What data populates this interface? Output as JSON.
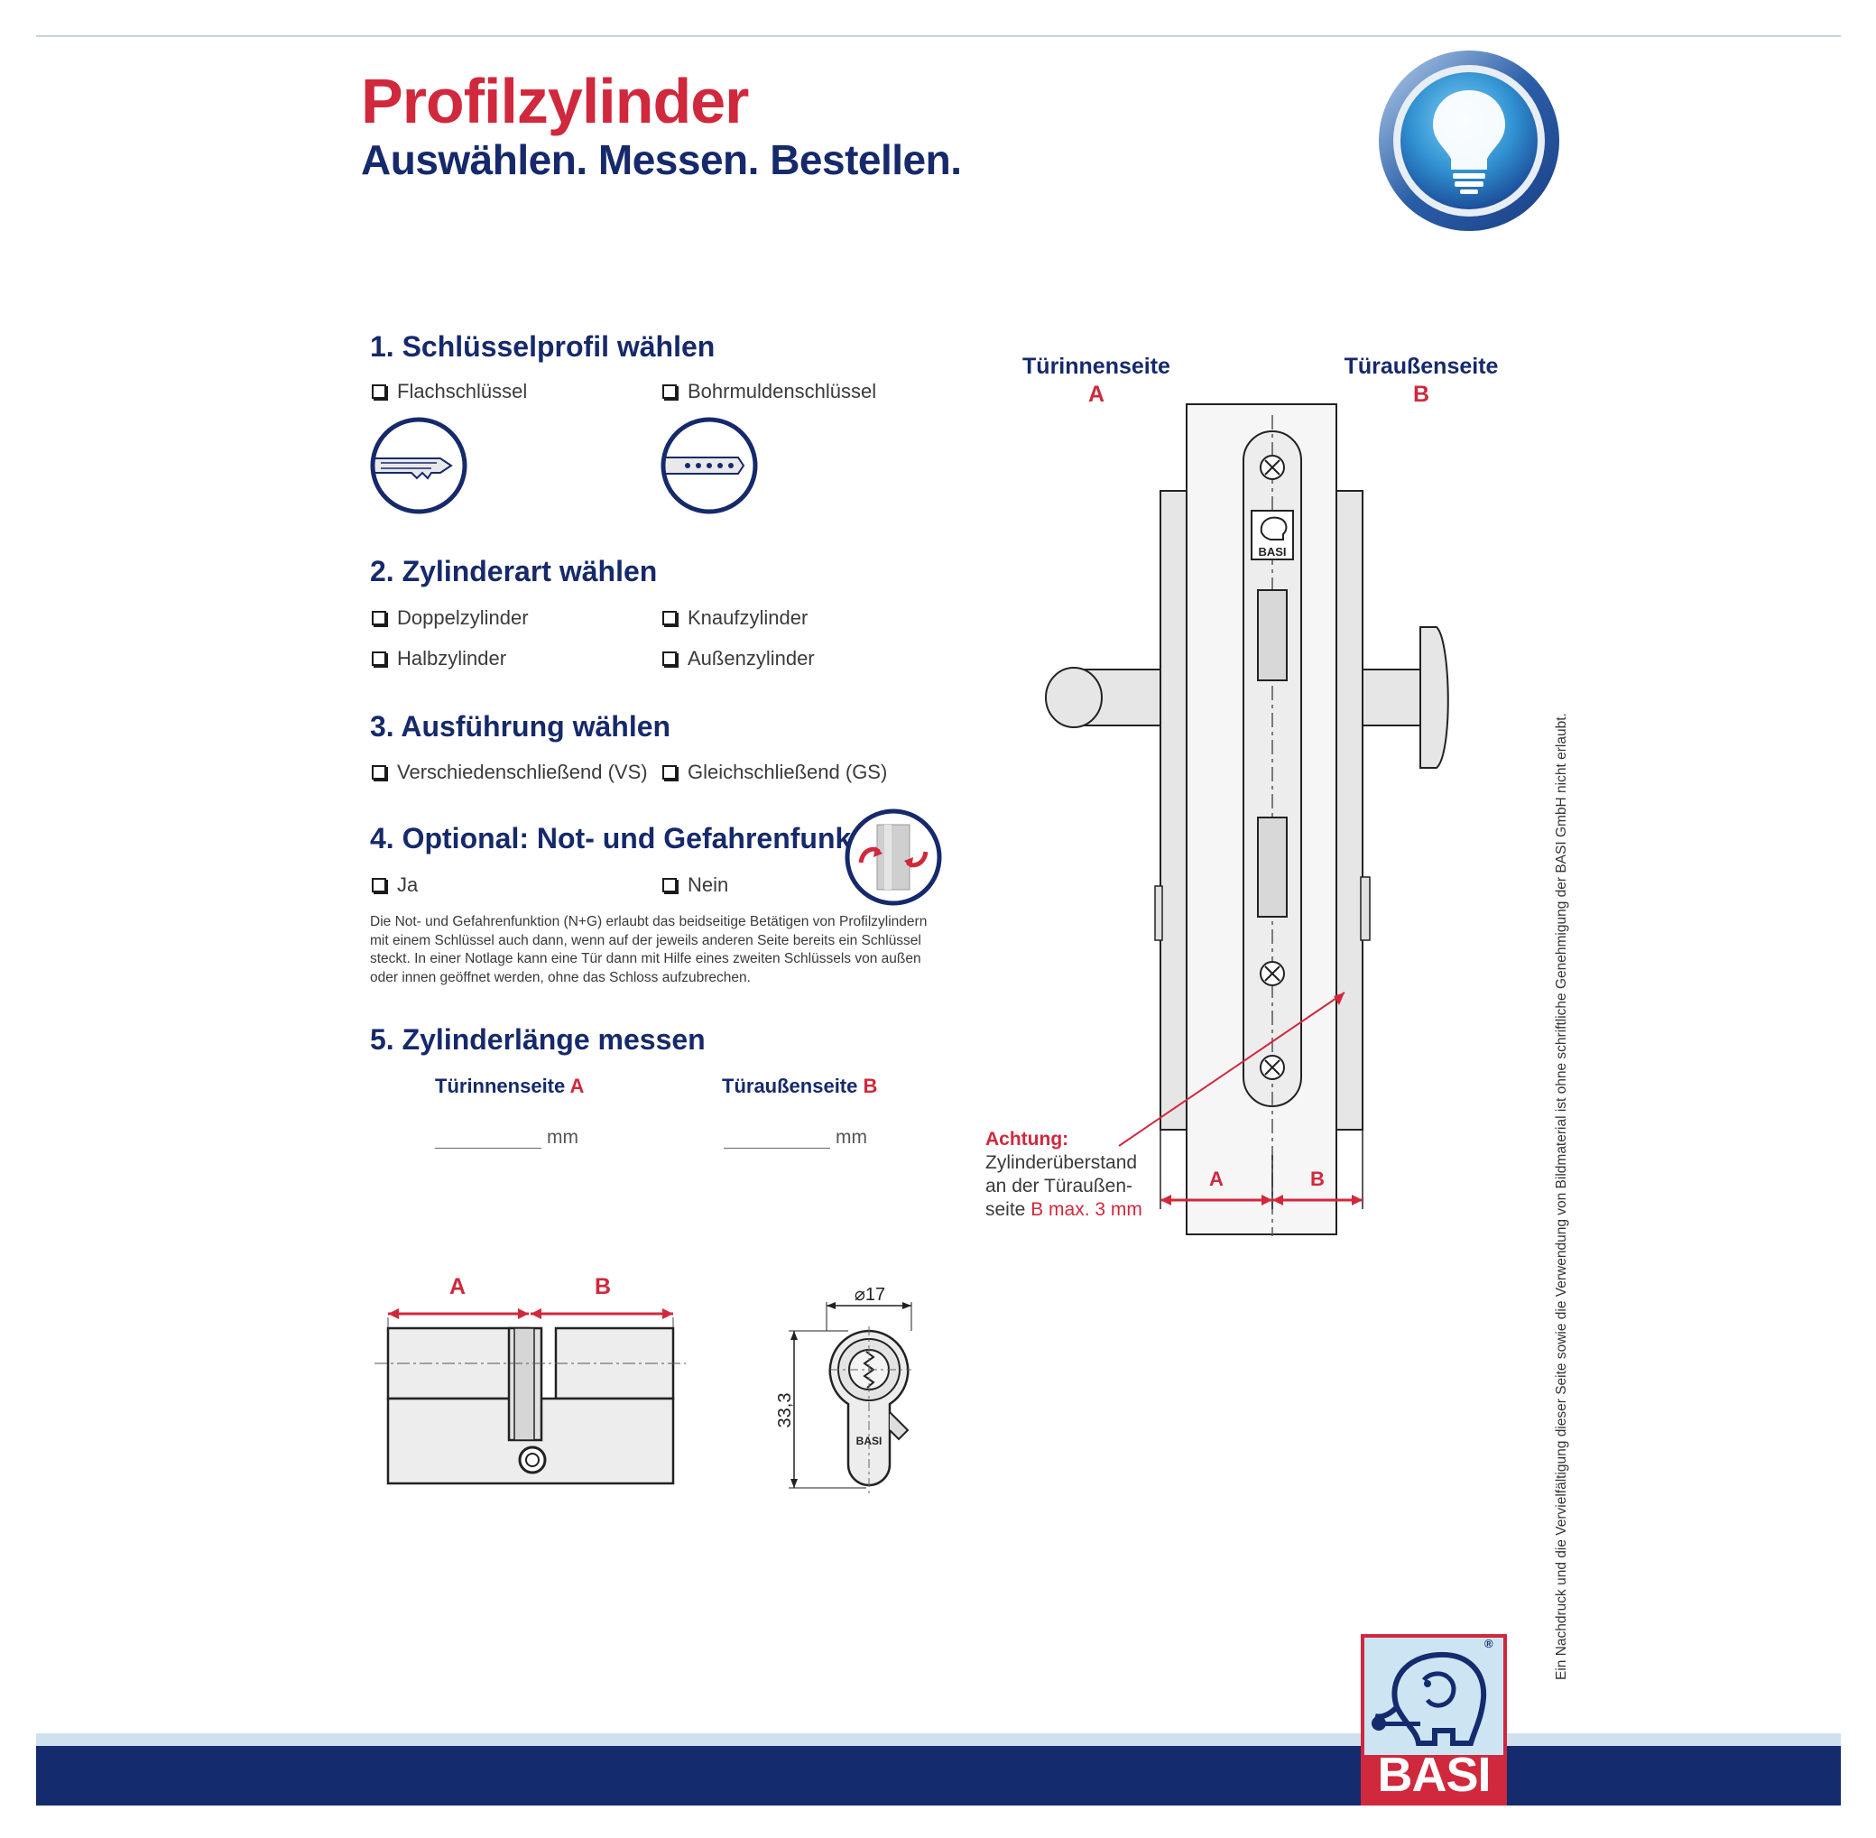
{
  "header": {
    "title": "Profilzylinder",
    "subtitle": "Auswählen. Messen. Bestellen."
  },
  "icons": {
    "bulb": "light-bulb-icon",
    "flat_key": "flat-key-icon",
    "dimple_key": "dimple-key-icon",
    "emergency": "emergency-function-icon",
    "logo": "basi-elephant-logo"
  },
  "sections": {
    "s1": {
      "heading": "1. Schlüsselprofil wählen",
      "options": [
        "Flachschlüssel",
        "Bohrmuldenschlüssel"
      ]
    },
    "s2": {
      "heading": "2. Zylinderart wählen",
      "options": [
        "Doppelzylinder",
        "Knaufzylinder",
        "Halbzylinder",
        "Außenzylinder"
      ]
    },
    "s3": {
      "heading": "3. Ausführung wählen",
      "options": [
        "Verschiedenschließend (VS)",
        "Gleichschließend (GS)"
      ]
    },
    "s4": {
      "heading": "4. Optional: Not- und Gefahrenfunktion",
      "options": [
        "Ja",
        "Nein"
      ],
      "note": "Die Not- und Gefahrenfunktion (N+G) erlaubt das beidseitige Betätigen von Profilzylindern mit einem Schlüssel auch dann, wenn auf der jeweils anderen Seite bereits ein Schlüssel steckt. In einer Notlage kann eine Tür dann mit Hilfe eines zweiten Schlüssels von außen oder innen geöffnet werden, ohne das Schloss aufzubrechen."
    },
    "s5": {
      "heading": "5. Zylinderlänge messen",
      "inner_label": "Türinnenseite",
      "inner_letter": "A",
      "outer_label": "Türaußenseite",
      "outer_letter": "B",
      "unit": "mm"
    }
  },
  "door_diagram": {
    "inner_label": "Türinnenseite",
    "inner_letter": "A",
    "outer_label": "Türaußenseite",
    "outer_letter": "B",
    "dim_a": "A",
    "dim_b": "B",
    "plate_logo_text": "BASI",
    "warning_title": "Achtung:",
    "warning_line1": "Zylinderüberstand",
    "warning_line2": "an der Türaußen-",
    "warning_line3_prefix": "seite ",
    "warning_line3_highlight": "B max. 3 mm"
  },
  "cylinder_drawing": {
    "label_a": "A",
    "label_b": "B",
    "diameter": "⌀17",
    "height": "33,3",
    "face_logo_text": "BASI"
  },
  "footer": {
    "copyright": "Ein Nachdruck und die Vervielfältigung dieser Seite sowie die Verwendung von Bildmaterial ist ohne schriftliche Genehmigung der BASI GmbH nicht erlaubt.",
    "brand": "BASI",
    "registered": "®"
  },
  "colors": {
    "brand_red": "#d0283c",
    "brand_navy": "#16296b",
    "footer_navy": "#142b6e",
    "footer_light": "#cfe0ee"
  }
}
